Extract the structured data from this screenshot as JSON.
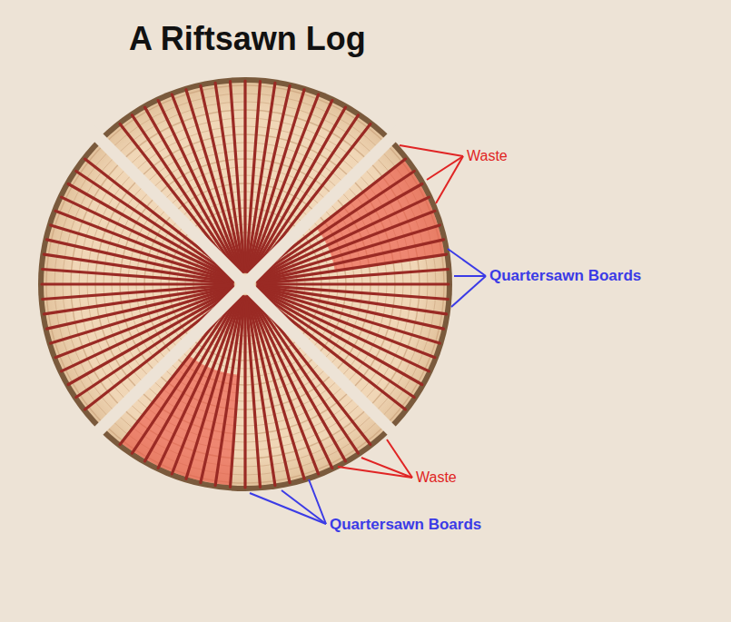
{
  "diagram": {
    "title": "A Riftsawn Log",
    "labels": [
      "Waste",
      "Quartersawn Boards",
      "Waste",
      "Quartersawn Boards"
    ]
  }
}
